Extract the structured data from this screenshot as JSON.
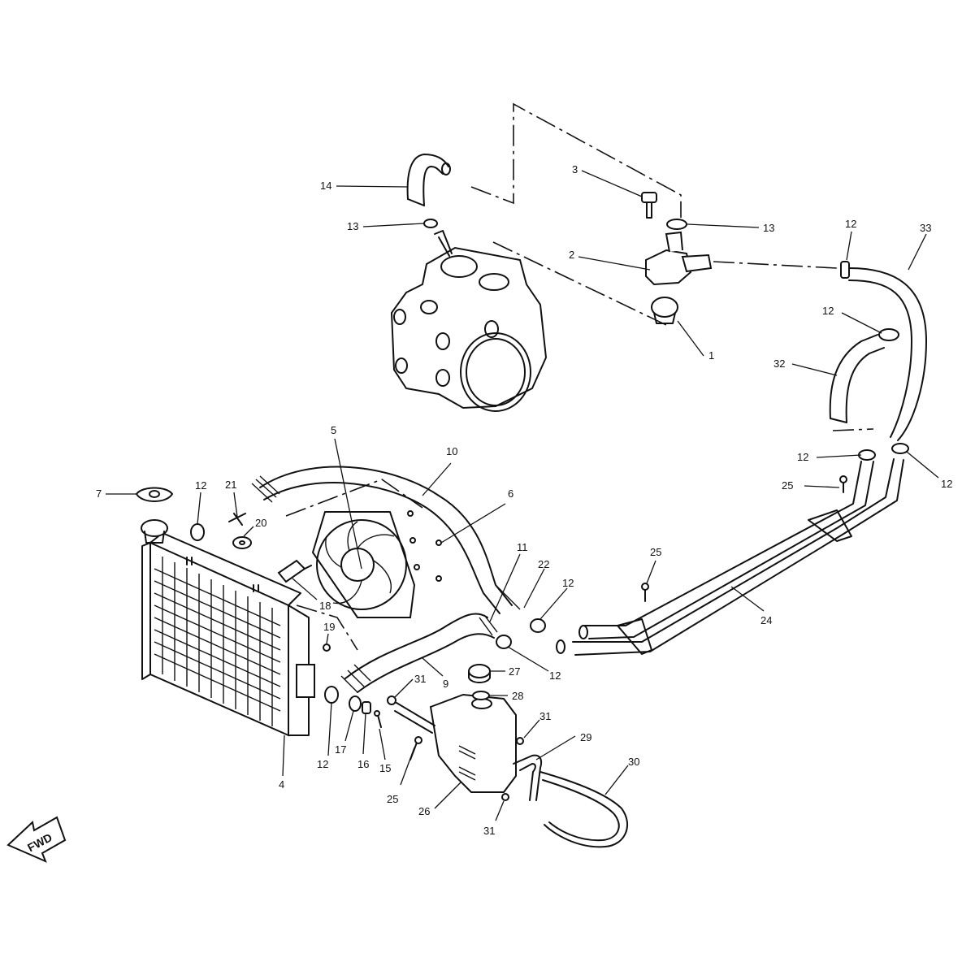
{
  "callouts": [
    {
      "id": "c1",
      "label": "1"
    },
    {
      "id": "c2",
      "label": "2"
    },
    {
      "id": "c3",
      "label": "3"
    },
    {
      "id": "c4",
      "label": "4"
    },
    {
      "id": "c5",
      "label": "5"
    },
    {
      "id": "c6",
      "label": "6"
    },
    {
      "id": "c7",
      "label": "7"
    },
    {
      "id": "c9",
      "label": "9"
    },
    {
      "id": "c10",
      "label": "10"
    },
    {
      "id": "c11",
      "label": "11"
    },
    {
      "id": "c12a",
      "label": "12"
    },
    {
      "id": "c12b",
      "label": "12"
    },
    {
      "id": "c12c",
      "label": "12"
    },
    {
      "id": "c12d",
      "label": "12"
    },
    {
      "id": "c12e",
      "label": "12"
    },
    {
      "id": "c12f",
      "label": "12"
    },
    {
      "id": "c12g",
      "label": "12"
    },
    {
      "id": "c12h",
      "label": "12"
    },
    {
      "id": "c13a",
      "label": "13"
    },
    {
      "id": "c13b",
      "label": "13"
    },
    {
      "id": "c14",
      "label": "14"
    },
    {
      "id": "c15",
      "label": "15"
    },
    {
      "id": "c16",
      "label": "16"
    },
    {
      "id": "c17",
      "label": "17"
    },
    {
      "id": "c18",
      "label": "18"
    },
    {
      "id": "c19",
      "label": "19"
    },
    {
      "id": "c20",
      "label": "20"
    },
    {
      "id": "c21",
      "label": "21"
    },
    {
      "id": "c22",
      "label": "22"
    },
    {
      "id": "c24",
      "label": "24"
    },
    {
      "id": "c25a",
      "label": "25"
    },
    {
      "id": "c25b",
      "label": "25"
    },
    {
      "id": "c25c",
      "label": "25"
    },
    {
      "id": "c26",
      "label": "26"
    },
    {
      "id": "c27",
      "label": "27"
    },
    {
      "id": "c28",
      "label": "28"
    },
    {
      "id": "c29",
      "label": "29"
    },
    {
      "id": "c30",
      "label": "30"
    },
    {
      "id": "c31a",
      "label": "31"
    },
    {
      "id": "c31b",
      "label": "31"
    },
    {
      "id": "c31c",
      "label": "31"
    },
    {
      "id": "c32",
      "label": "32"
    },
    {
      "id": "c33",
      "label": "33"
    }
  ],
  "fwd_label": "FWD"
}
